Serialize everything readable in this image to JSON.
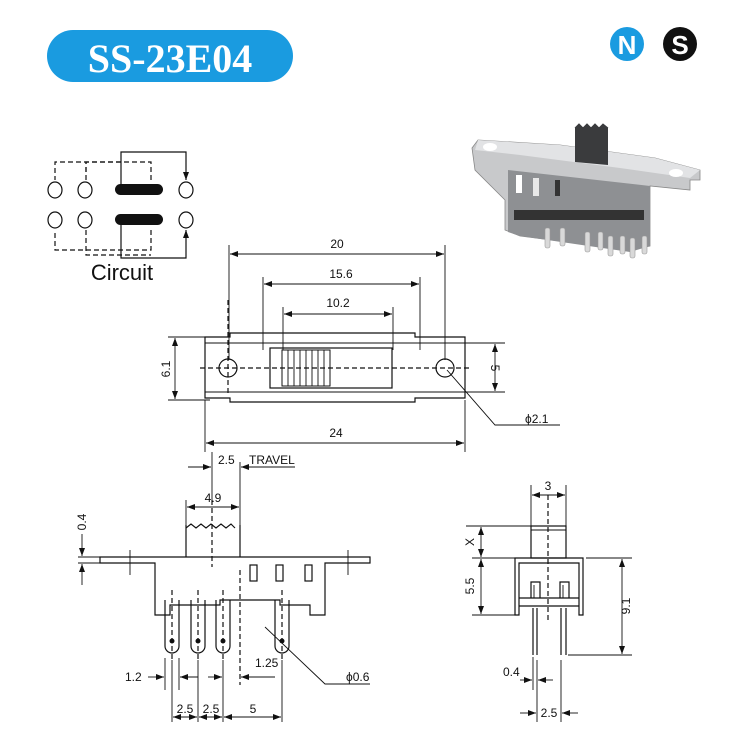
{
  "title": "SS-23E04",
  "brand": {
    "letter1": "N",
    "letter2": "S",
    "color1": "#1a9be0",
    "color2": "#111111"
  },
  "accent_color": "#1a9be0",
  "circuit": {
    "label": "Circuit"
  },
  "top_view": {
    "dim_overall_holes": "20",
    "dim_inner": "15.6",
    "dim_slot": "10.2",
    "dim_height": "6.1",
    "dim_body": "5",
    "dim_length": "24",
    "dim_hole": "ϕ2.1"
  },
  "side_view": {
    "dim_travel": "2.5",
    "travel_label": "TRAVEL",
    "dim_knob": "4.9",
    "dim_thickness": "0.4",
    "dim_pin_width": "1.2",
    "dim_pitch1": "2.5",
    "dim_pitch2": "2.5",
    "dim_pitch3": "5",
    "dim_offset": "1.25",
    "dim_pin_hole": "ϕ0.6"
  },
  "end_view": {
    "dim_knob_width": "3",
    "dim_x": "X",
    "dim_body_height": "5.5",
    "dim_total": "9.1",
    "dim_pin_thickness": "0.4",
    "dim_pin_spacing": "2.5"
  }
}
